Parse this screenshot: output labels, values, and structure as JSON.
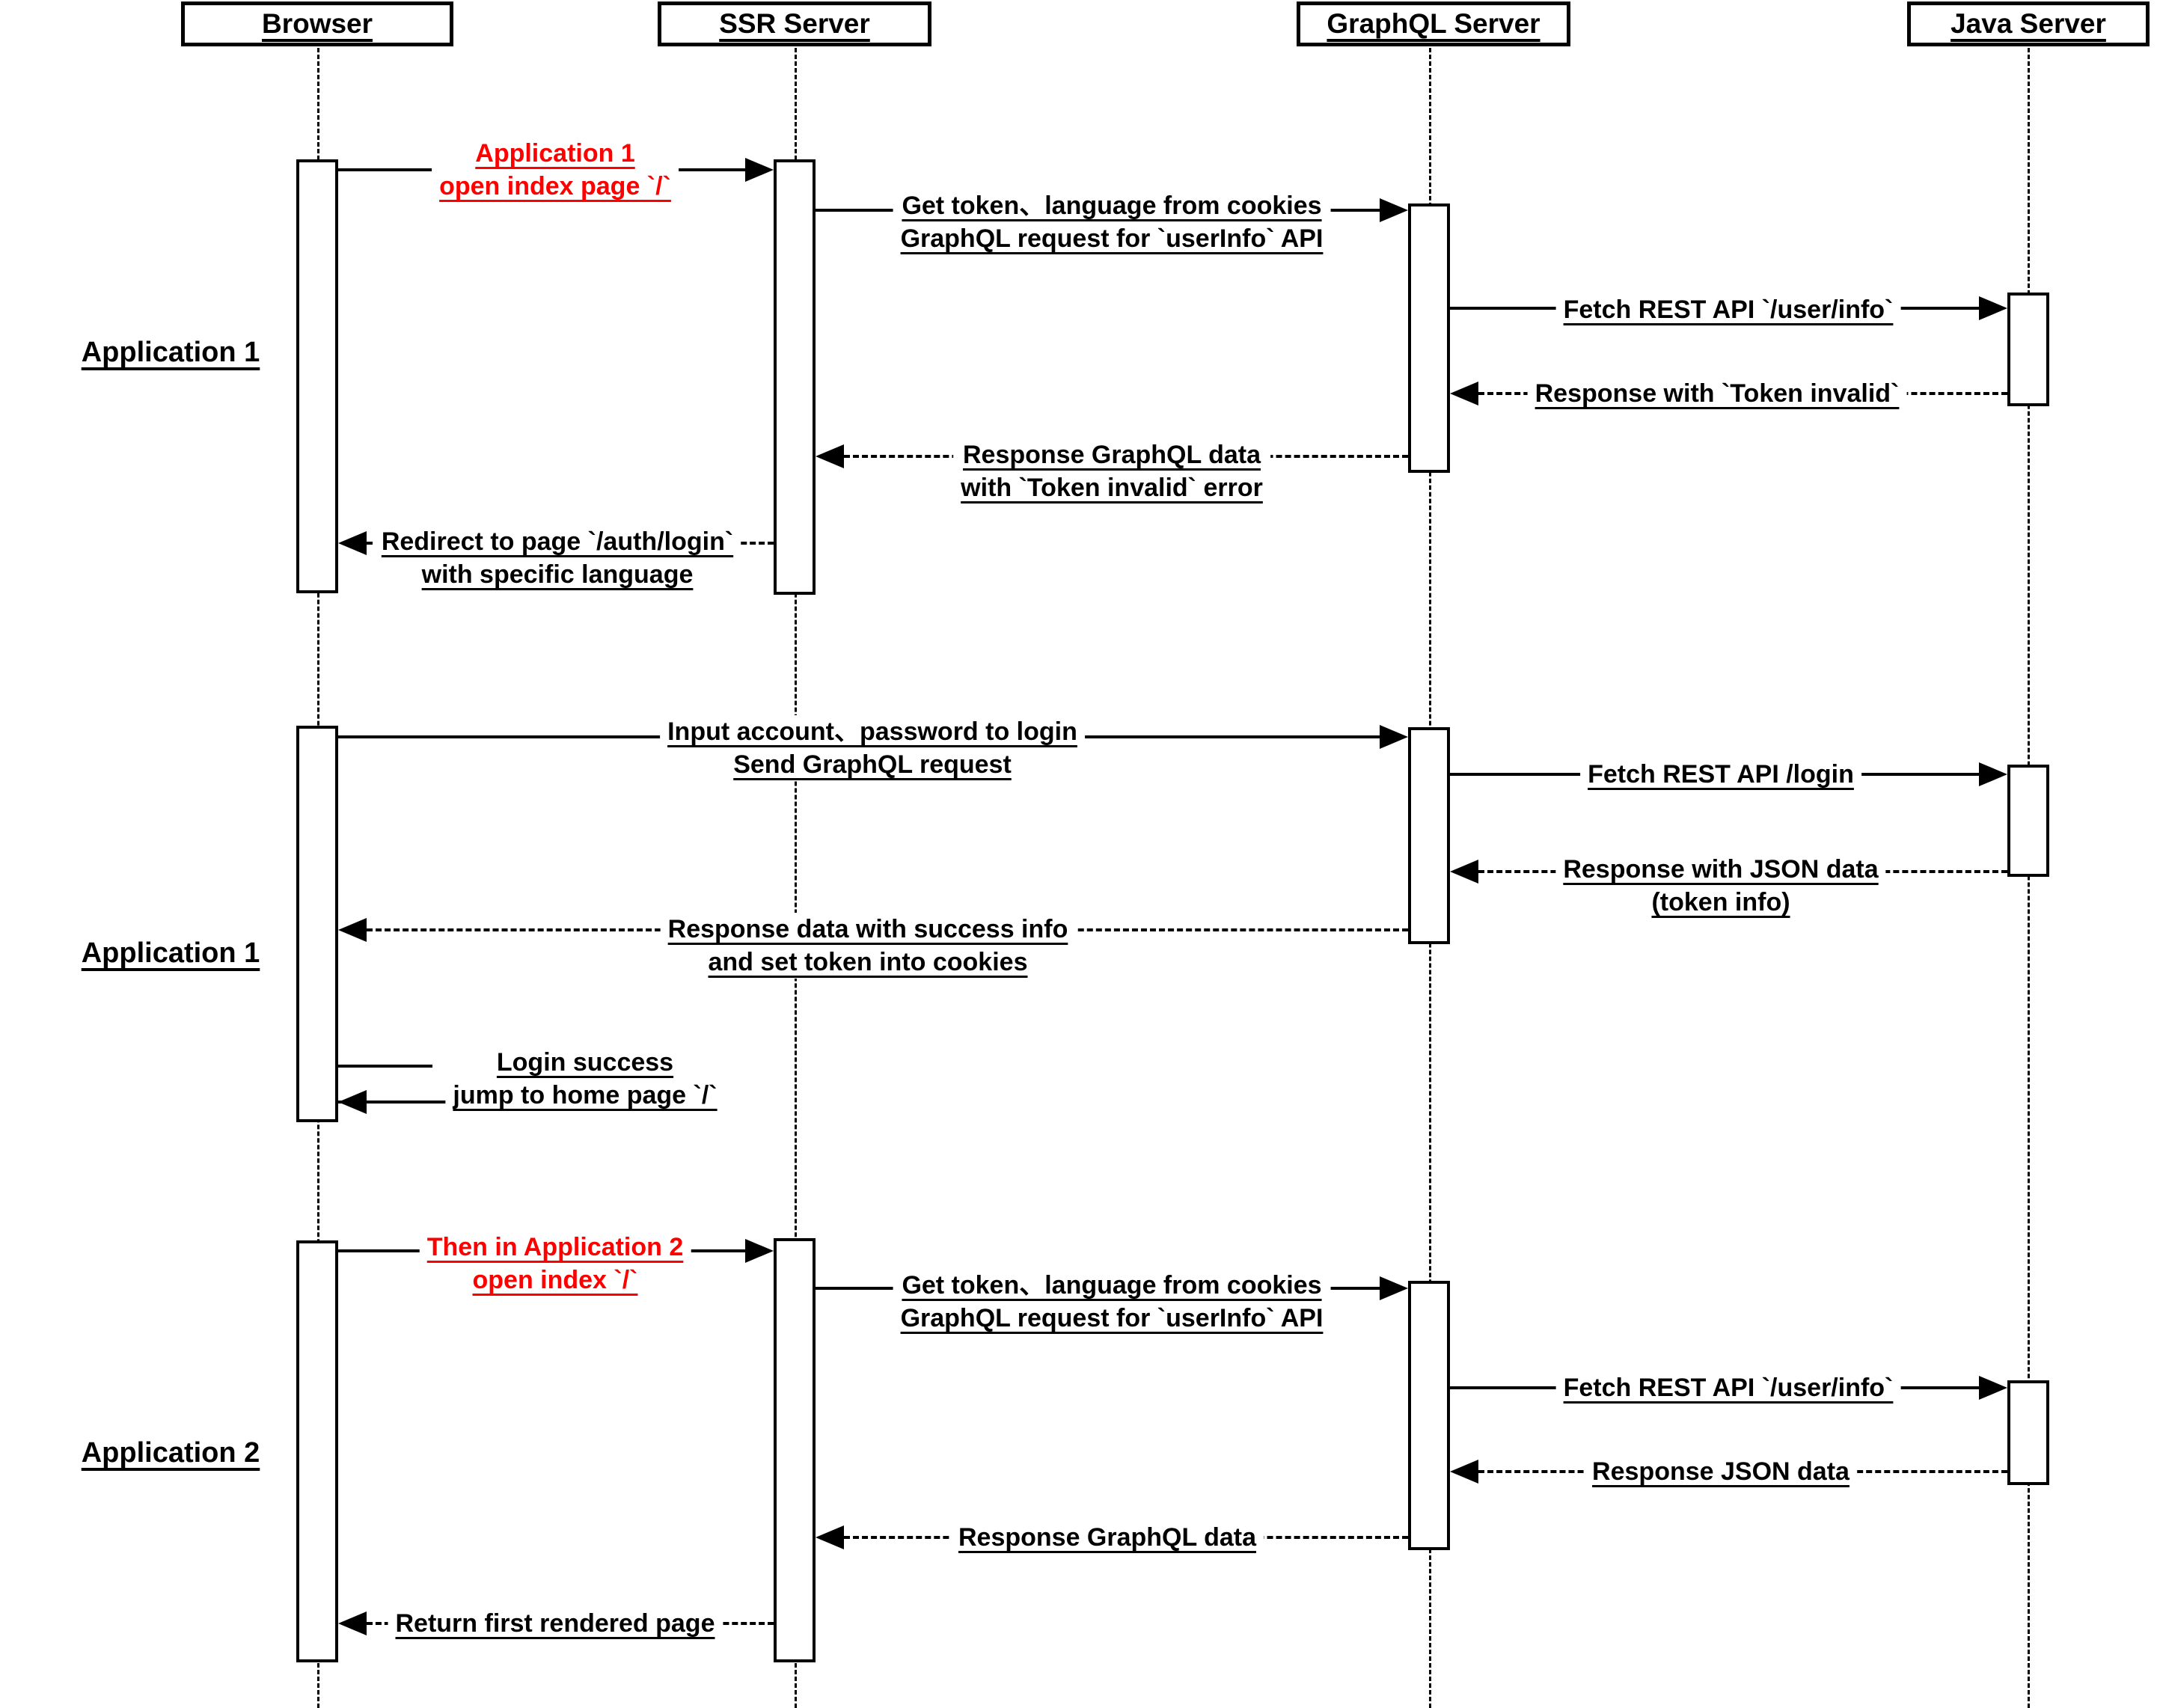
{
  "actors": [
    {
      "label": "Browser"
    },
    {
      "label": "SSR Server"
    },
    {
      "label": "GraphQL Server"
    },
    {
      "label": "Java Server"
    }
  ],
  "sections": [
    {
      "label": "Application 1"
    },
    {
      "label": "Application 1"
    },
    {
      "label": "Application 2"
    }
  ],
  "messages": {
    "m1": {
      "line1": "Application 1",
      "line2": "open index page `/`"
    },
    "m2": {
      "line1": "Get token、language from cookies",
      "line2": "GraphQL request for `userInfo` API"
    },
    "m3": {
      "line1": "Fetch REST API `/user/info`"
    },
    "m4": {
      "line1": "Response with `Token invalid`"
    },
    "m5": {
      "line1": "Response GraphQL data",
      "line2": "with `Token invalid` error"
    },
    "m6": {
      "line1": "Redirect to page `/auth/login`",
      "line2": "with specific language"
    },
    "m7": {
      "line1": "Input account、password to login",
      "line2": "Send GraphQL request"
    },
    "m8": {
      "line1": "Fetch REST API /login"
    },
    "m9": {
      "line1": "Response with JSON data",
      "line2": "(token info)"
    },
    "m10": {
      "line1": "Response data with success info",
      "line2": "and set token into cookies"
    },
    "m11": {
      "line1": "Login success",
      "line2": "jump to home page `/`"
    },
    "m12": {
      "line1": "Then in Application 2",
      "line2": "open index `/`"
    },
    "m13": {
      "line1": "Get token、language from cookies",
      "line2": "GraphQL request for `userInfo` API"
    },
    "m14": {
      "line1": "Fetch REST API `/user/info`"
    },
    "m15": {
      "line1": "Response JSON data"
    },
    "m16": {
      "line1": "Response GraphQL data"
    },
    "m17": {
      "line1": "Return first rendered page"
    }
  },
  "colors": {
    "diagram_ink": "#000000",
    "message_emphasis": "#ff0000",
    "background": "#ffffff"
  }
}
